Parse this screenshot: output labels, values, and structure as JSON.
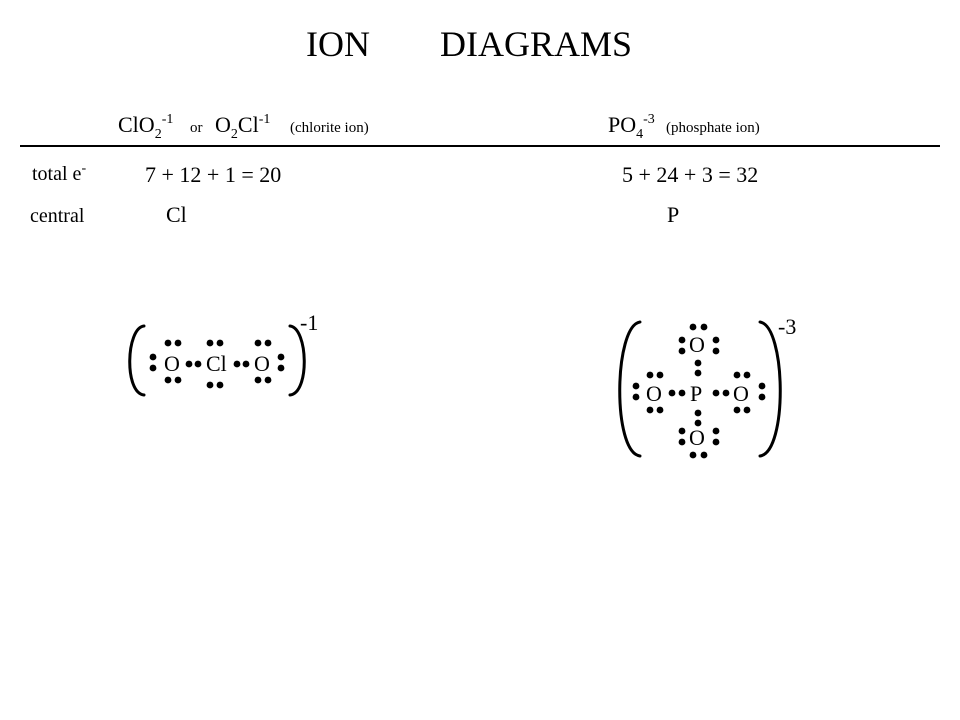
{
  "title": {
    "word1": "ION",
    "word2": "DIAGRAMS"
  },
  "chlorite": {
    "formula_a": {
      "el1": "ClO",
      "sub1": "2",
      "sup1": "-1"
    },
    "or_text": "or",
    "formula_b": {
      "el1": "O",
      "sub1": "2",
      "el2": "Cl",
      "sup1": "-1"
    },
    "name": "(chlorite ion)",
    "total": "7 + 12 + 1 = 20",
    "central": "Cl",
    "charge": "-1",
    "atoms": {
      "left": "O",
      "center": "Cl",
      "right": "O"
    }
  },
  "phosphate": {
    "formula": {
      "el1": "PO",
      "sub1": "4",
      "sup1": "-3"
    },
    "name": "(phosphate ion)",
    "total": "5 + 24 + 3 = 32",
    "central": "P",
    "charge": "-3",
    "atoms": {
      "top": "O",
      "left": "O",
      "center": "P",
      "right": "O",
      "bottom": "O"
    }
  },
  "rows": {
    "total_label": "total e",
    "total_sup": "-",
    "central_label": "central"
  }
}
